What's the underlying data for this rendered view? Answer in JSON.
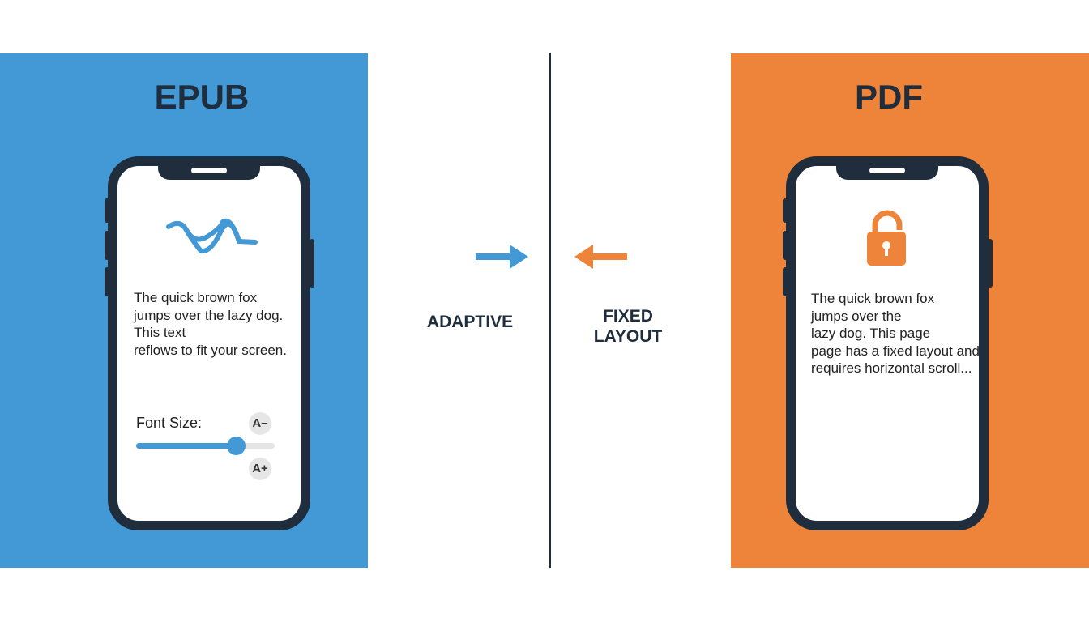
{
  "colors": {
    "epub": "#4299d6",
    "pdf": "#ee843a",
    "dark": "#1f2d3d"
  },
  "epub": {
    "title": "EPUB",
    "icon": "wave-icon",
    "lines": [
      "The quick brown fox",
      "jumps over the lazy dog.",
      "This text",
      "reflows to fit your screen."
    ],
    "font_size_label": "Font Size:",
    "decrease_label": "A–",
    "increase_label": "A+",
    "slider_value_percent": 72
  },
  "middle": {
    "adaptive_label": "ADAPTIVE",
    "fixed_label_line1": "FIXED",
    "fixed_label_line2": "LAYOUT"
  },
  "pdf": {
    "title": "PDF",
    "icon": "lock-icon",
    "lines": [
      "The quick brown fox",
      "jumps over the",
      "lazy dog. This page",
      "page has a fixed layout and",
      "requires horizontal scroll..."
    ]
  }
}
